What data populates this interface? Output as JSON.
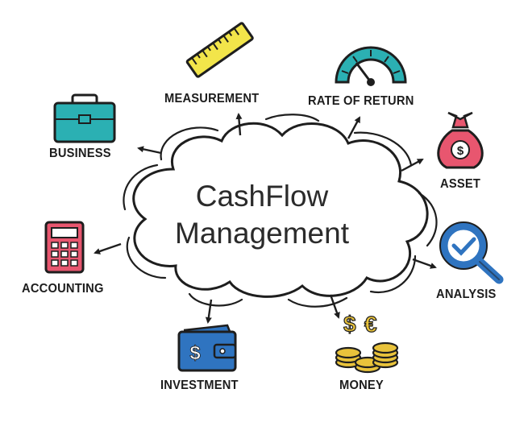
{
  "center": {
    "line1": "CashFlow",
    "line2": "Management"
  },
  "nodes": {
    "measurement": {
      "label": "MEASUREMENT",
      "icon": "ruler-icon"
    },
    "rate_of_return": {
      "label": "RATE OF RETURN",
      "icon": "gauge-icon"
    },
    "business": {
      "label": "BUSINESS",
      "icon": "briefcase-icon"
    },
    "asset": {
      "label": "ASSET",
      "icon": "money-bag-icon"
    },
    "accounting": {
      "label": "ACCOUNTING",
      "icon": "calculator-icon"
    },
    "analysis": {
      "label": "ANALYSIS",
      "icon": "magnifier-check-icon"
    },
    "investment": {
      "label": "INVESTMENT",
      "icon": "wallet-icon"
    },
    "money": {
      "label": "MONEY",
      "icon": "coins-icon"
    }
  },
  "colors": {
    "outline": "#1e1e1e",
    "yellow": "#f2e54a",
    "teal": "#2bb0b3",
    "pink": "#e8566f",
    "blue": "#2f74c0",
    "gold": "#e9c33b"
  }
}
